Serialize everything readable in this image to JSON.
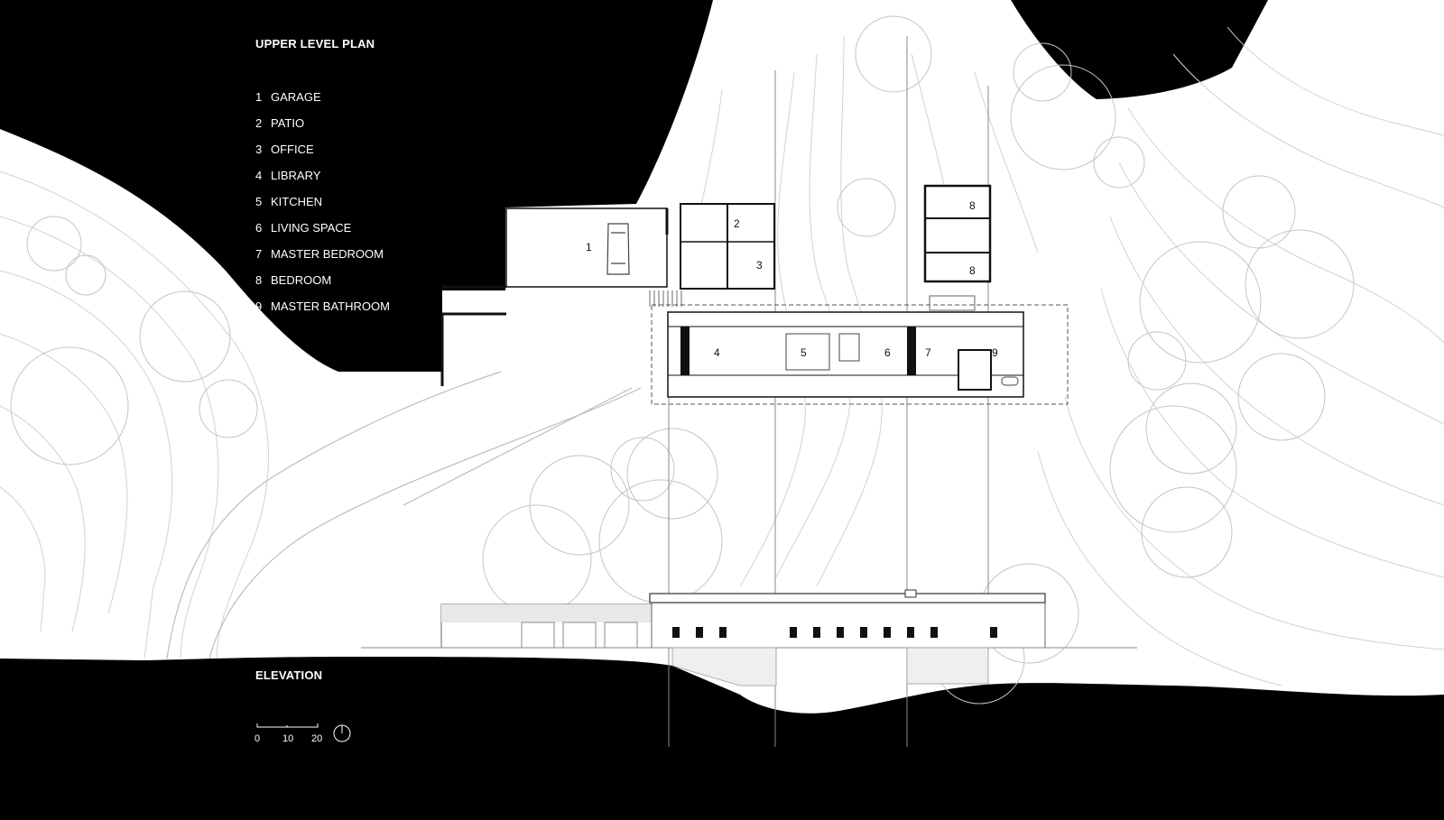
{
  "plan_title": "UPPER LEVEL PLAN",
  "legend": [
    {
      "num": "1",
      "label": "GARAGE"
    },
    {
      "num": "2",
      "label": "PATIO"
    },
    {
      "num": "3",
      "label": "OFFICE"
    },
    {
      "num": "4",
      "label": "LIBRARY"
    },
    {
      "num": "5",
      "label": "KITCHEN"
    },
    {
      "num": "6",
      "label": "LIVING SPACE"
    },
    {
      "num": "7",
      "label": "MASTER BEDROOM"
    },
    {
      "num": "8",
      "label": "BEDROOM"
    },
    {
      "num": "9",
      "label": "MASTER BATHROOM"
    }
  ],
  "room_labels": [
    "1",
    "2",
    "3",
    "4",
    "5",
    "6",
    "7",
    "8",
    "8",
    "9"
  ],
  "elevation_title": "ELEVATION",
  "scale_bar": {
    "labels": [
      "0",
      "10",
      "20"
    ]
  },
  "north_arrow_icon": "north-arrow-icon",
  "colors": {
    "background": "#000000",
    "site": "#ffffff",
    "contour": "#cfcfcf",
    "wall": "#111111"
  }
}
